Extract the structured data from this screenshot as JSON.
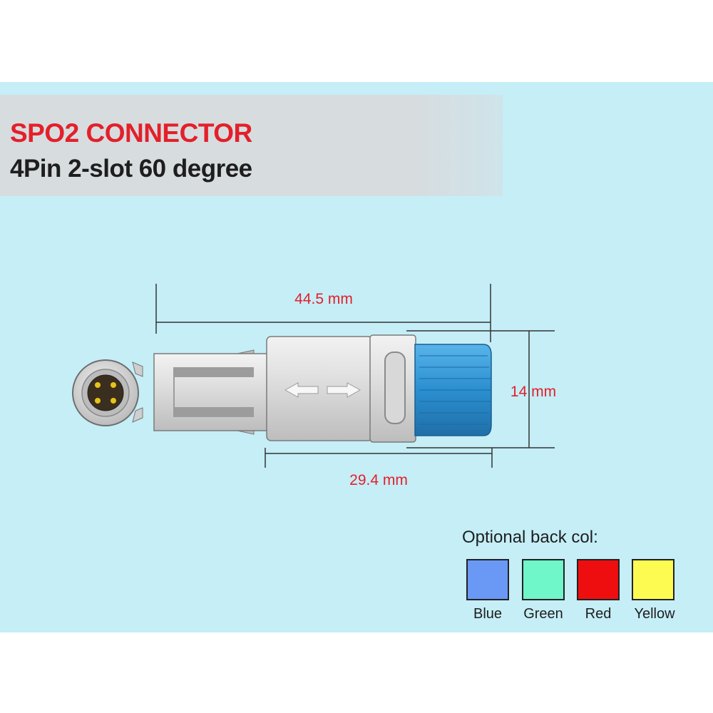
{
  "title": {
    "line1": "SPO2 CONNECTOR",
    "line2": "4Pin 2-slot 60 degree"
  },
  "dimensions": {
    "overall_length": "44.5 mm",
    "body_length": "29.4 mm",
    "diameter": "14 mm"
  },
  "legend": {
    "title": "Optional back col:",
    "options": [
      {
        "label": "Blue",
        "color": "#6a98f5"
      },
      {
        "label": "Green",
        "color": "#6ff7c9"
      },
      {
        "label": "Red",
        "color": "#ee0e10"
      },
      {
        "label": "Yellow",
        "color": "#fdfb52"
      }
    ]
  },
  "colors": {
    "accent_red": "#e3202a",
    "background": "#c5eef7",
    "connector_grey": "#d4d4d4",
    "cap_blue": "#2b8fd0"
  }
}
